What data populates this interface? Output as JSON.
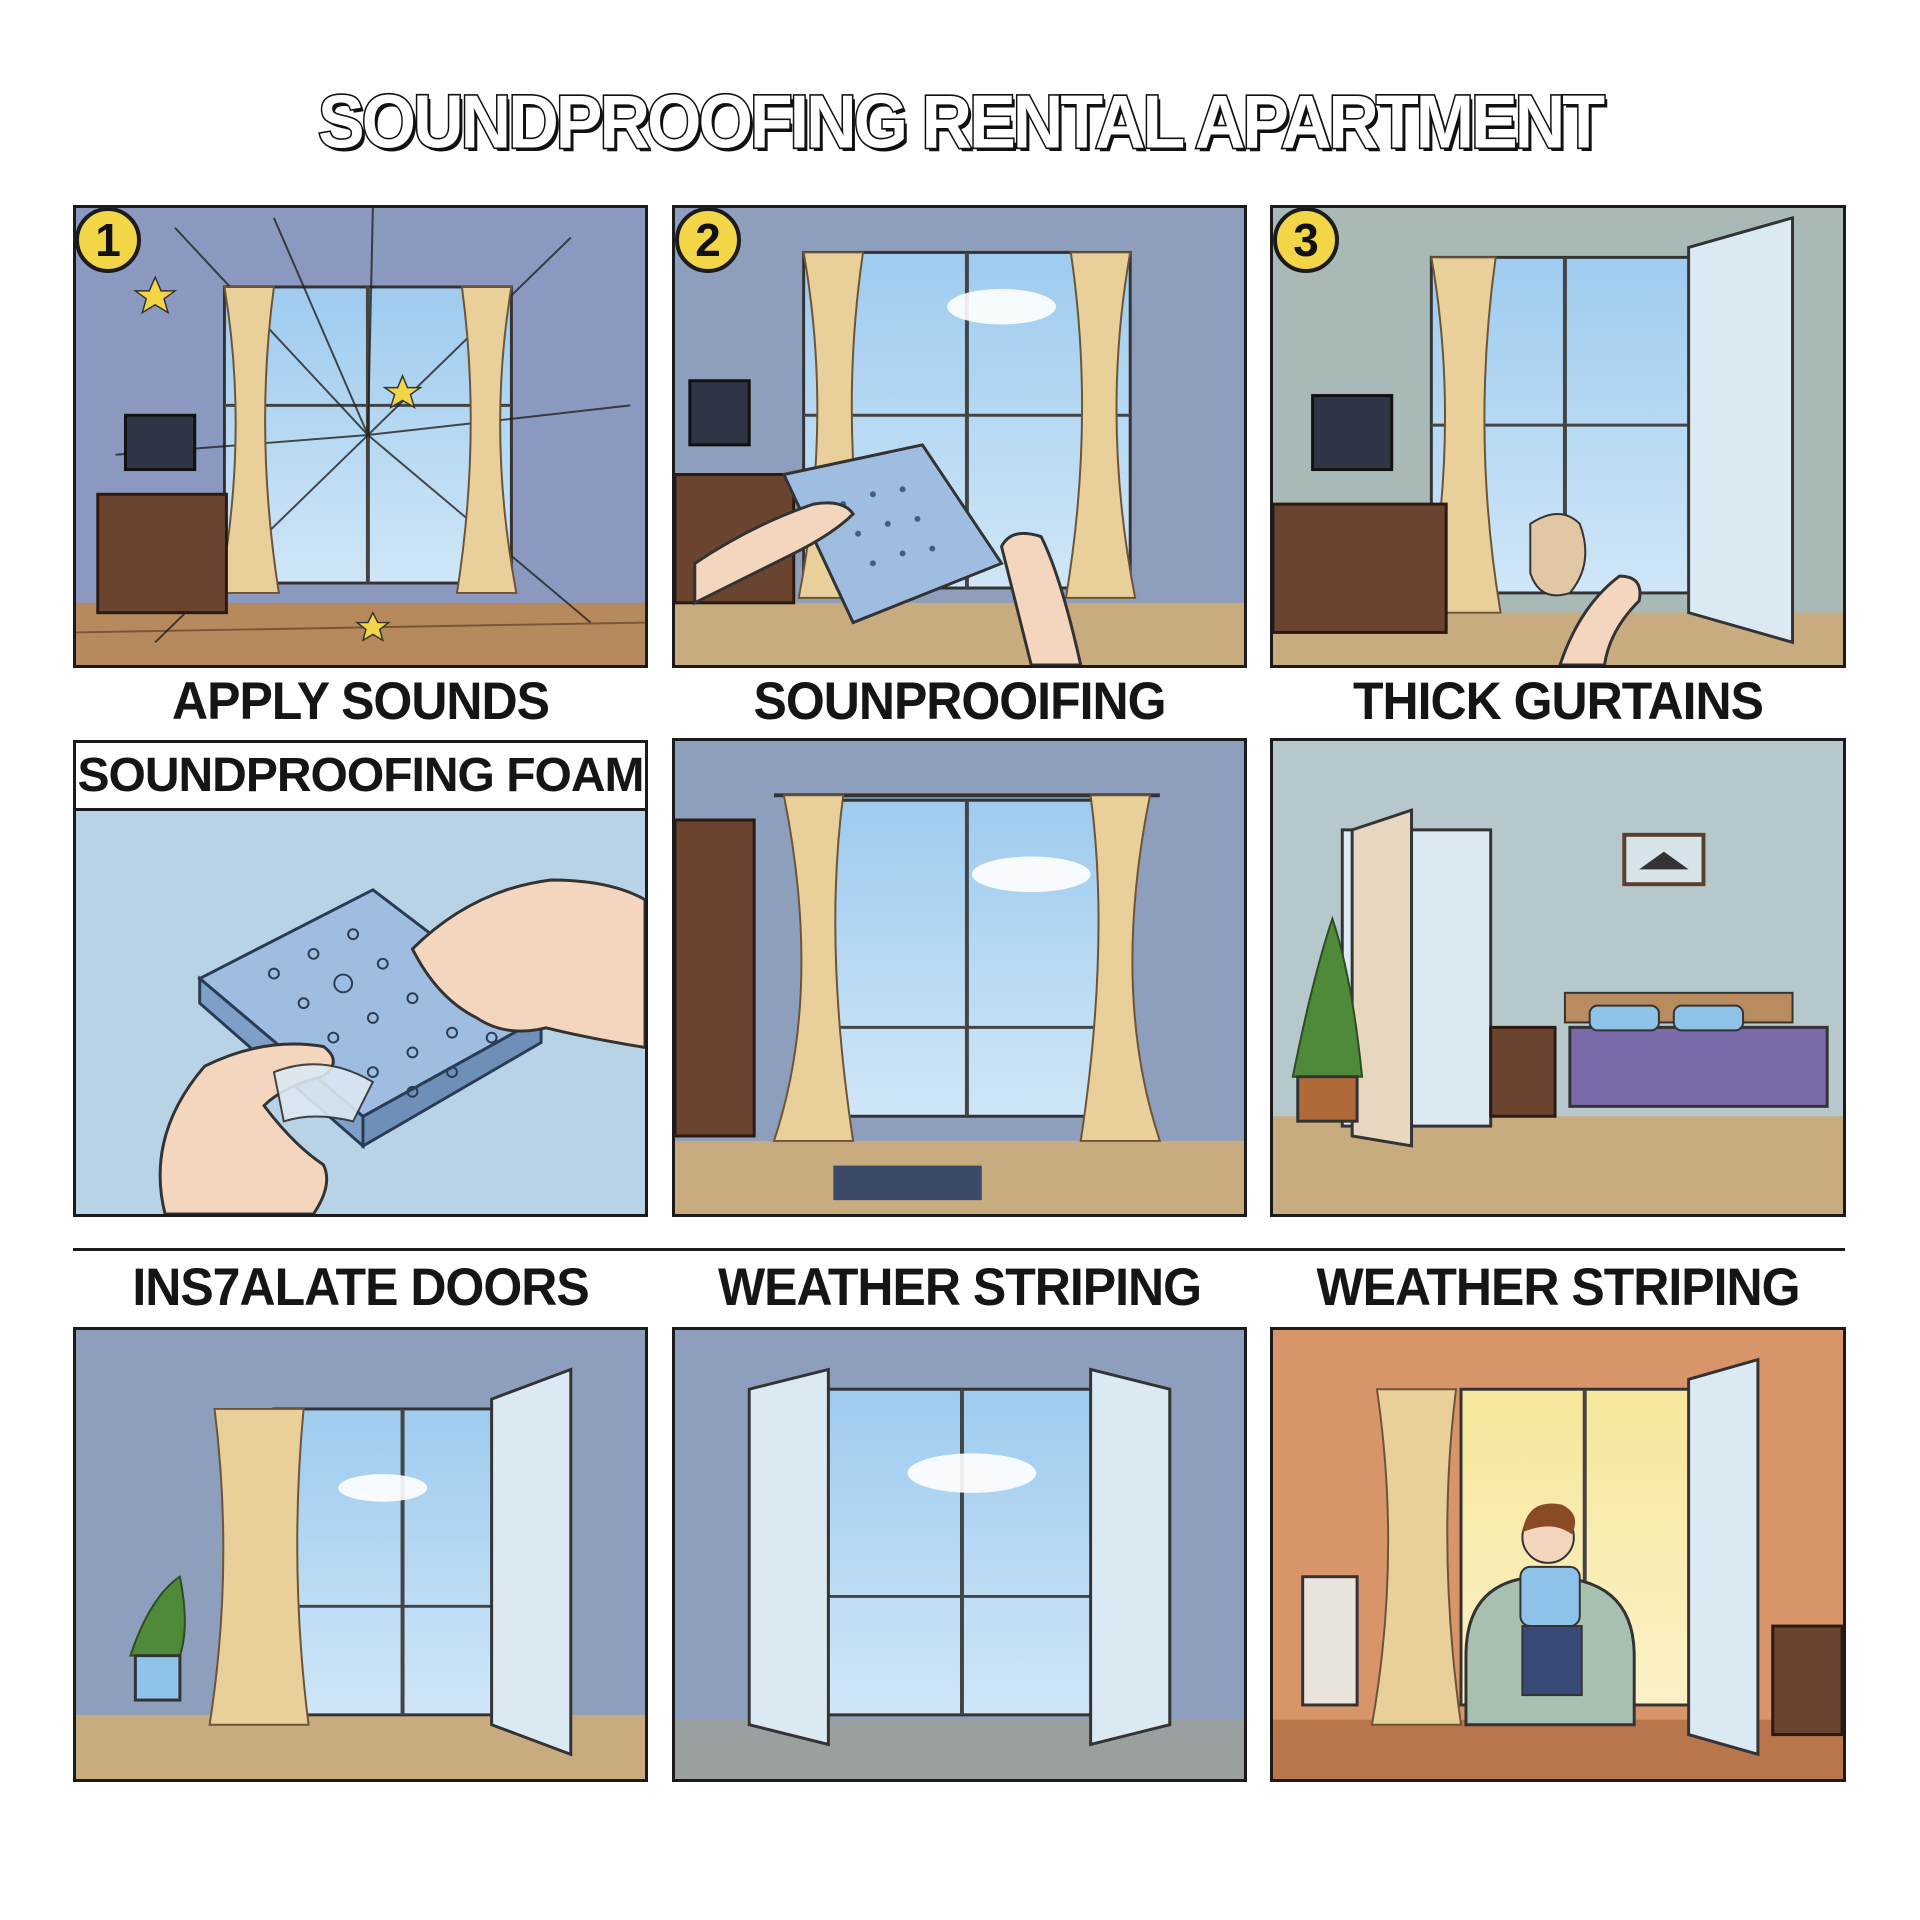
{
  "title": "SOUNDPROOFING RENTAL APARTMENT",
  "steps": [
    {
      "badge": "1",
      "caption": "APPLY SOUNDS",
      "banner": "SOUNDPROOFING FOAM"
    },
    {
      "badge": "2",
      "caption": "SOUNPROOIFING"
    },
    {
      "badge": "3",
      "caption": "THICK GURTAINS"
    }
  ],
  "row3": [
    {
      "caption": "INS7ALATE DOORS"
    },
    {
      "caption": "WEATHER STRIPING"
    },
    {
      "caption": "WEATHER STRIPING"
    }
  ],
  "colors": {
    "wall_blue": "#8e9fbd",
    "curtain": "#e9cf9a",
    "floor": "#c9ab80",
    "badge_yellow": "#f2d648",
    "foam": "#9fbde0",
    "warm_wall": "#d9956a"
  }
}
